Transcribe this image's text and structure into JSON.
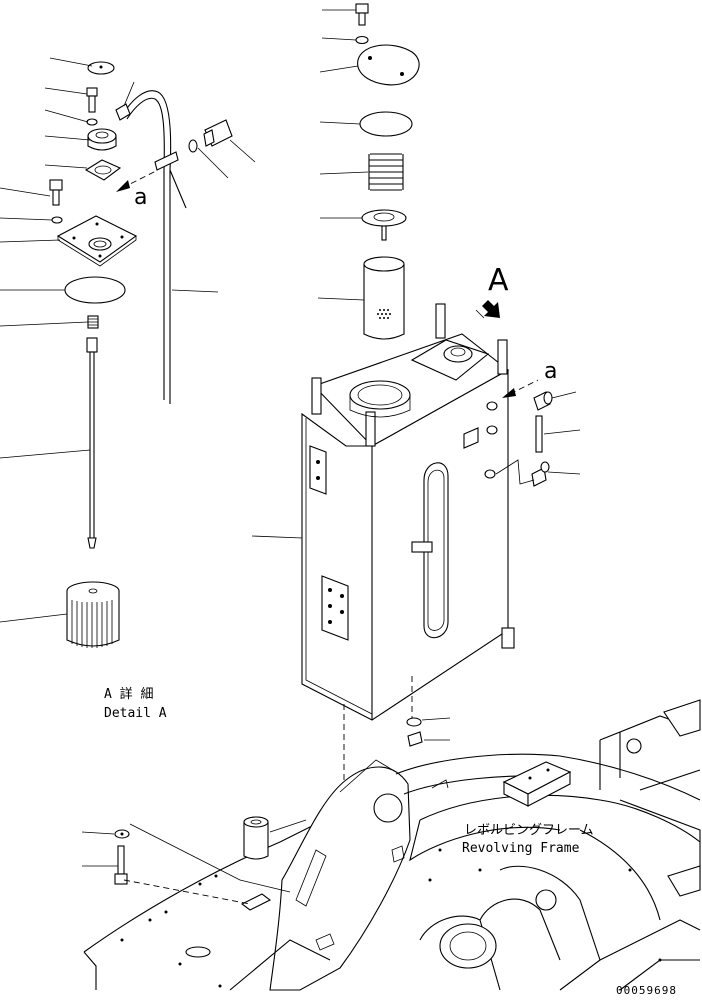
{
  "labels": {
    "view_arrow": "A",
    "detail_marker_top": "a",
    "detail_marker_tank": "a",
    "detail_jp": "A 詳 細",
    "detail_en": "Detail A",
    "frame_jp": "レボルビングフレーム",
    "frame_en": "Revolving Frame",
    "drawing_number": "00059698"
  }
}
